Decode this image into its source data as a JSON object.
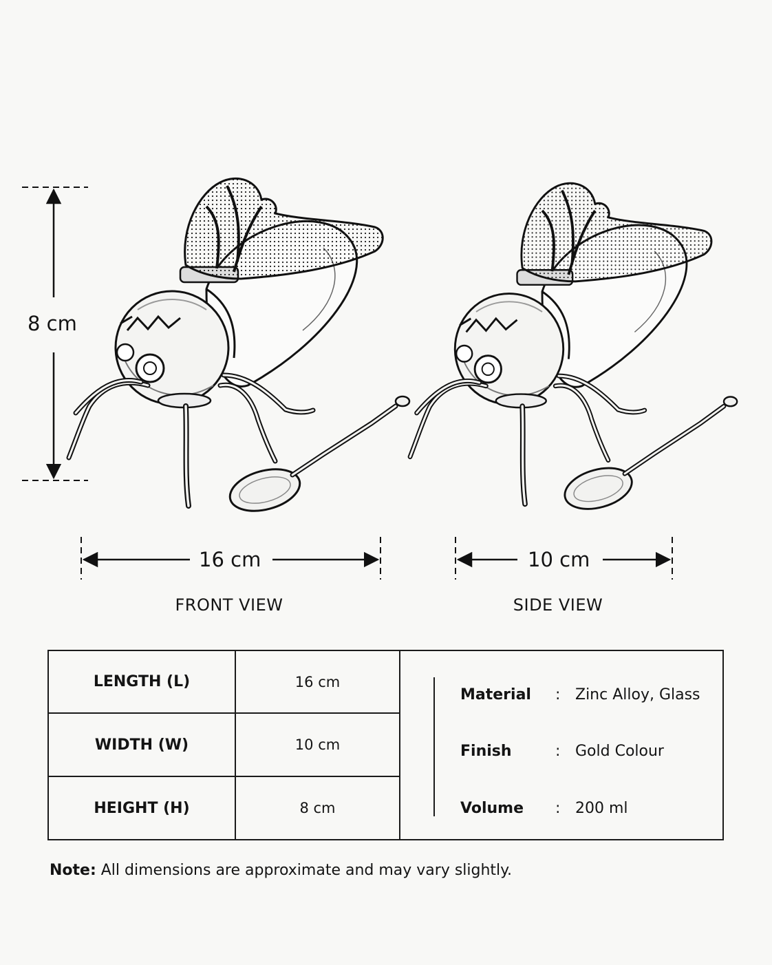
{
  "dimensions": {
    "height_label": "8 cm",
    "length_label": "16 cm",
    "width_label": "10 cm"
  },
  "views": {
    "front": "FRONT VIEW",
    "side": "SIDE VIEW"
  },
  "spec_table": {
    "rows": [
      {
        "label": "LENGTH (L)",
        "value": "16 cm"
      },
      {
        "label": "WIDTH (W)",
        "value": "10 cm"
      },
      {
        "label": "HEIGHT (H)",
        "value": "8 cm"
      }
    ]
  },
  "properties": [
    {
      "key": "Material",
      "sep": ":",
      "value": "Zinc Alloy, Glass"
    },
    {
      "key": "Finish",
      "sep": ":",
      "value": "Gold Colour"
    },
    {
      "key": "Volume",
      "sep": ":",
      "value": "200 ml"
    }
  ],
  "note": {
    "prefix": "Note:",
    "text": " All dimensions are approximate and may vary slightly."
  }
}
